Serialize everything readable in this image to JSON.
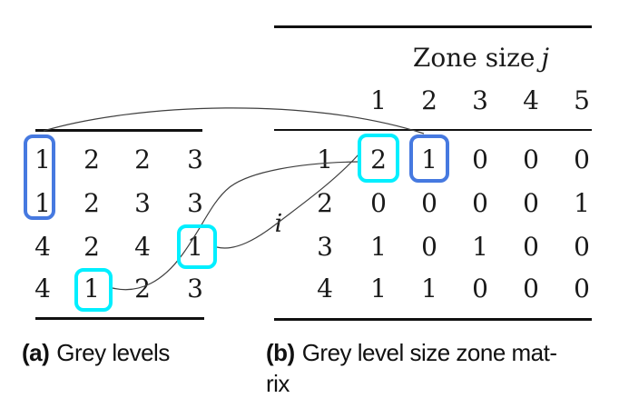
{
  "captions": {
    "a": {
      "label": "(a)",
      "text": "Grey levels"
    },
    "b": {
      "label": "(b)",
      "text_line1": "Grey level size zone mat-",
      "text_line2": "rix"
    }
  },
  "grey_levels": {
    "rows": [
      [
        "1",
        "2",
        "2",
        "3"
      ],
      [
        "1",
        "2",
        "3",
        "3"
      ],
      [
        "4",
        "2",
        "4",
        "1"
      ],
      [
        "4",
        "1",
        "2",
        "3"
      ]
    ]
  },
  "glszm": {
    "col_axis_label": "Zone size",
    "col_axis_var": "j",
    "row_axis_var": "i",
    "col_headers": [
      "1",
      "2",
      "3",
      "4",
      "5"
    ],
    "row_headers": [
      "1",
      "2",
      "3",
      "4"
    ],
    "rows": [
      [
        "2",
        "1",
        "0",
        "0",
        "0"
      ],
      [
        "0",
        "0",
        "0",
        "0",
        "1"
      ],
      [
        "1",
        "0",
        "1",
        "0",
        "0"
      ],
      [
        "1",
        "1",
        "0",
        "0",
        "0"
      ]
    ]
  },
  "colors": {
    "highlight_blue": "#4679E0",
    "highlight_cyan": "#00EFFF",
    "rule": "#111111",
    "curve": "#3F3F3F"
  }
}
